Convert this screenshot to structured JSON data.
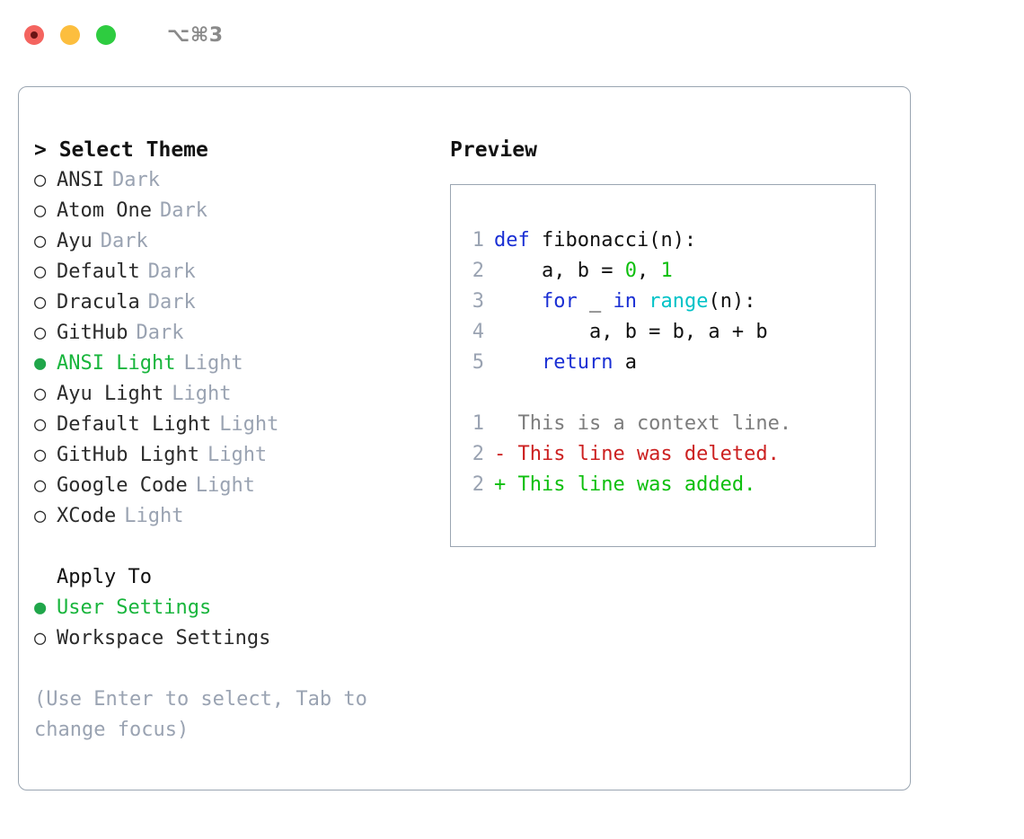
{
  "titlebar": {
    "shortcut": "⌥⌘3",
    "lights": [
      {
        "name": "close",
        "color": "#f4645f"
      },
      {
        "name": "minimize",
        "color": "#fcbe3e"
      },
      {
        "name": "maximize",
        "color": "#2ecc40"
      }
    ]
  },
  "theme_picker": {
    "heading": "> Select Theme",
    "prompt_marker": ">",
    "selected_marker": "●",
    "unselected_marker": "○",
    "items": [
      {
        "marker": "○",
        "label": "ANSI",
        "variant": "Dark",
        "selected": false
      },
      {
        "marker": "○",
        "label": "Atom One",
        "variant": "Dark",
        "selected": false
      },
      {
        "marker": "○",
        "label": "Ayu",
        "variant": "Dark",
        "selected": false
      },
      {
        "marker": "○",
        "label": "Default",
        "variant": "Dark",
        "selected": false
      },
      {
        "marker": "○",
        "label": "Dracula",
        "variant": "Dark",
        "selected": false
      },
      {
        "marker": "○",
        "label": "GitHub",
        "variant": "Dark",
        "selected": false
      },
      {
        "marker": "●",
        "label": "ANSI Light",
        "variant": "Light",
        "selected": true
      },
      {
        "marker": "○",
        "label": "Ayu Light",
        "variant": "Light",
        "selected": false
      },
      {
        "marker": "○",
        "label": "Default Light",
        "variant": "Light",
        "selected": false
      },
      {
        "marker": "○",
        "label": "GitHub Light",
        "variant": "Light",
        "selected": false
      },
      {
        "marker": "○",
        "label": "Google Code",
        "variant": "Light",
        "selected": false
      },
      {
        "marker": "○",
        "label": "XCode",
        "variant": "Light",
        "selected": false
      }
    ]
  },
  "apply_to": {
    "title": "Apply To",
    "items": [
      {
        "marker": "●",
        "label": "User Settings",
        "selected": true
      },
      {
        "marker": "○",
        "label": "Workspace Settings",
        "selected": false
      }
    ]
  },
  "hint": "(Use Enter to select, Tab to change focus)",
  "preview": {
    "heading": "Preview",
    "code_lines": [
      {
        "lineno": "1",
        "tokens": [
          {
            "text": "def",
            "type": "kw"
          },
          {
            "text": " fibonacci(n):",
            "type": "id"
          }
        ]
      },
      {
        "lineno": "2",
        "tokens": [
          {
            "text": "    a, b = ",
            "type": "id"
          },
          {
            "text": "0",
            "type": "num"
          },
          {
            "text": ", ",
            "type": "id"
          },
          {
            "text": "1",
            "type": "num"
          }
        ]
      },
      {
        "lineno": "3",
        "tokens": [
          {
            "text": "    ",
            "type": "id"
          },
          {
            "text": "for",
            "type": "kw"
          },
          {
            "text": " _ ",
            "type": "id"
          },
          {
            "text": "in",
            "type": "kw"
          },
          {
            "text": " ",
            "type": "id"
          },
          {
            "text": "range",
            "type": "fn"
          },
          {
            "text": "(n):",
            "type": "id"
          }
        ]
      },
      {
        "lineno": "4",
        "tokens": [
          {
            "text": "        a, b = b, a + b",
            "type": "id"
          }
        ]
      },
      {
        "lineno": "5",
        "tokens": [
          {
            "text": "    ",
            "type": "id"
          },
          {
            "text": "return",
            "type": "kw"
          },
          {
            "text": " a",
            "type": "id"
          }
        ]
      }
    ],
    "diff_lines": [
      {
        "lineno": "1",
        "text": "  This is a context line.",
        "type": "ctx"
      },
      {
        "lineno": "2",
        "text": "- This line was deleted.",
        "type": "del"
      },
      {
        "lineno": "2",
        "text": "+ This line was added.",
        "type": "add"
      }
    ]
  },
  "colors": {
    "accent_green": "#18b53c",
    "selected_dot": "#20a64a",
    "muted": "#9aa3b2",
    "keyword": "#1a2fd4",
    "function": "#00c2c7",
    "number": "#0fbf0f",
    "diff_removed": "#cc2020",
    "diff_added": "#0dbf0d",
    "border": "#9aa5b1"
  }
}
